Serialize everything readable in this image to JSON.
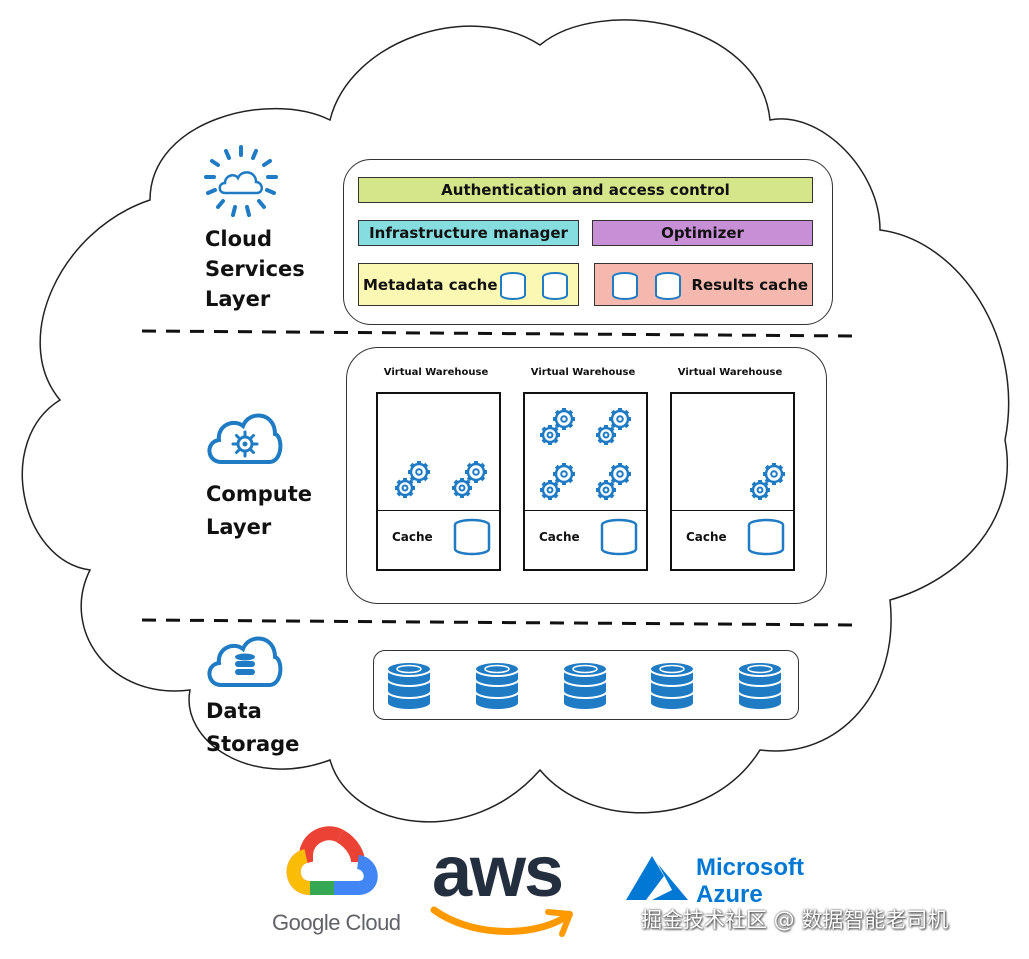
{
  "layers": {
    "cloud_services": {
      "title": "Cloud\nServices\nLayer"
    },
    "compute": {
      "title": "Compute\nLayer"
    },
    "data_storage": {
      "title": "Data\nStorage"
    }
  },
  "cloud_services": {
    "auth_label": "Authentication and access control",
    "infra_label": "Infrastructure manager",
    "optimizer_label": "Optimizer",
    "metadata_cache_label": "Metadata cache",
    "results_cache_label": "Results cache"
  },
  "compute": {
    "warehouses": [
      {
        "label": "Virtual Warehouse",
        "cache_label": "Cache"
      },
      {
        "label": "Virtual Warehouse",
        "cache_label": "Cache"
      },
      {
        "label": "Virtual Warehouse",
        "cache_label": "Cache"
      }
    ]
  },
  "logos": {
    "google": "Google Cloud",
    "aws": "aws",
    "azure_line1": "Microsoft",
    "azure_line2": "Azure"
  },
  "watermark": "掘金技术社区 @ 数据智能老司机",
  "colors": {
    "icon_blue": "#1e7bc4",
    "auth_fill": "#d4e58a",
    "infra_fill": "#86dde0",
    "optimizer_fill": "#c78fd6",
    "metadata_fill": "#fbf8b4",
    "results_fill": "#f4b8ae",
    "aws_orange": "#ff9900",
    "azure_blue": "#0078d4"
  }
}
